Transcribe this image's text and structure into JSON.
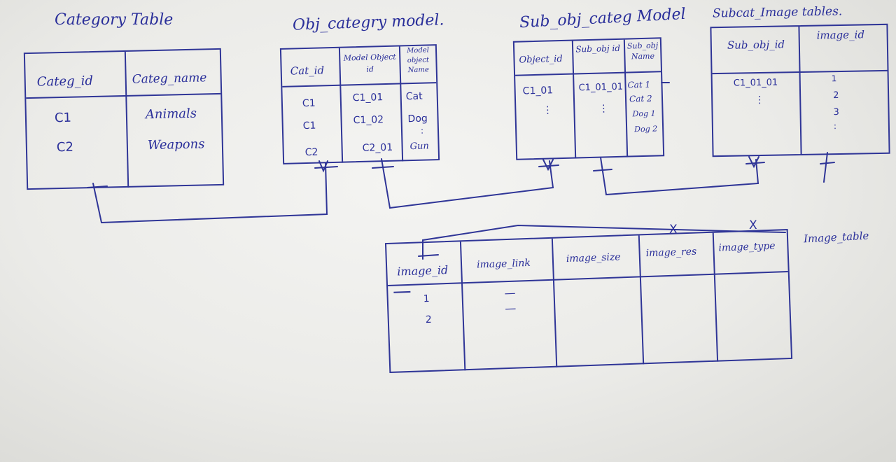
{
  "category_table": {
    "title": "Category Table",
    "headers": [
      "Categ_id",
      "Categ_name"
    ],
    "rows": [
      [
        "C1",
        "Animals"
      ],
      [
        "C2",
        "Weapons"
      ]
    ]
  },
  "obj_category_model": {
    "title": "Obj_categry model.",
    "headers": [
      "Cat_id",
      "Model Object id",
      "Model object Name"
    ],
    "rows": [
      [
        "C1",
        "C1_01",
        "Cat"
      ],
      [
        "C1",
        "C1_02",
        "Dog"
      ],
      [
        "C2",
        "C2_01",
        "Gun"
      ]
    ],
    "ellipsis": ":"
  },
  "sub_obj_categ_model": {
    "title": "Sub_obj_categ Model",
    "headers": [
      "Object_id",
      "Sub_obj id",
      "Sub_obj Name"
    ],
    "rows": [
      [
        "C1_01",
        "C1_01_01",
        "Cat 1"
      ],
      [
        "",
        "",
        "Cat 2"
      ],
      [
        "",
        "",
        "Dog 1"
      ],
      [
        "",
        "",
        "Dog 2"
      ]
    ]
  },
  "subcat_image_tables": {
    "title": "Subcat_Image tables.",
    "headers": [
      "Sub_obj_id",
      "image_id"
    ],
    "rows": [
      [
        "C1_01_01",
        "1"
      ],
      [
        "",
        "2"
      ],
      [
        "",
        "3"
      ]
    ]
  },
  "image_table": {
    "title": "Image_table",
    "headers": [
      "image_id",
      "image_link",
      "image_size",
      "image_res",
      "image_type"
    ],
    "rows": [
      [
        "1",
        "—"
      ],
      [
        "2",
        "—"
      ]
    ],
    "strike_marks": [
      "X",
      "X"
    ]
  }
}
